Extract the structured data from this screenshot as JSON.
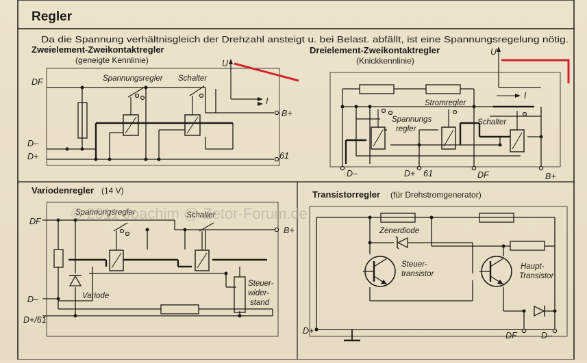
{
  "page": {
    "header": "Regler",
    "intro": "Da die Spannung verhältnisgleich der Drehzahl ansteigt u. bei Belast. abfällt, ist eine Spannungsregelung nötig.",
    "watermark": "© 2011 Joachim @ Zetor-Forum.de",
    "accent_color": "#d2232a"
  },
  "panels": {
    "p1": {
      "title": "Zweielement-Zweikontaktregler",
      "subtitle": "(geneigte Kennlinie)",
      "labels": {
        "spannungsregler": "Spannungsregler",
        "schalter": "Schalter",
        "u": "U",
        "i": "I"
      },
      "terminals": {
        "df": "DF",
        "d_minus": "D–",
        "d_plus": "D+",
        "b_plus": "B+",
        "t61": "61"
      }
    },
    "p2": {
      "title": "Dreielement-Zweikontaktregler",
      "subtitle": "(Knickkennlinie)",
      "labels": {
        "stromregler": "Stromregler",
        "spannungs": "Spannungs",
        "regler": "regler",
        "schalter": "Schalter",
        "u": "U",
        "i": "I"
      },
      "terminals": {
        "d_minus": "D–",
        "d_plus": "D+",
        "t61": "61",
        "df": "DF",
        "b_plus": "B+"
      }
    },
    "p3": {
      "title": "Variodenregler",
      "title_suffix": "(14 V)",
      "labels": {
        "spannungsregler": "Spannungsregler",
        "schalter": "Schalter",
        "variode": "Variode",
        "steuer": "Steuer-",
        "wider": "wider-",
        "stand": "stand"
      },
      "terminals": {
        "df": "DF",
        "d_minus": "D–",
        "d_plus_61": "D+/61",
        "b_plus": "B+"
      }
    },
    "p4": {
      "title": "Transistorregler",
      "title_suffix": "(für Drehstromgenerator)",
      "labels": {
        "zenerdiode": "Zenerdiode",
        "steuer": "Steuer-",
        "transistor": "transistor",
        "haupt": "Haupt-",
        "transistor2": "Transistor"
      },
      "terminals": {
        "d_plus": "D+",
        "df": "DF",
        "d_minus": "D–"
      }
    }
  }
}
